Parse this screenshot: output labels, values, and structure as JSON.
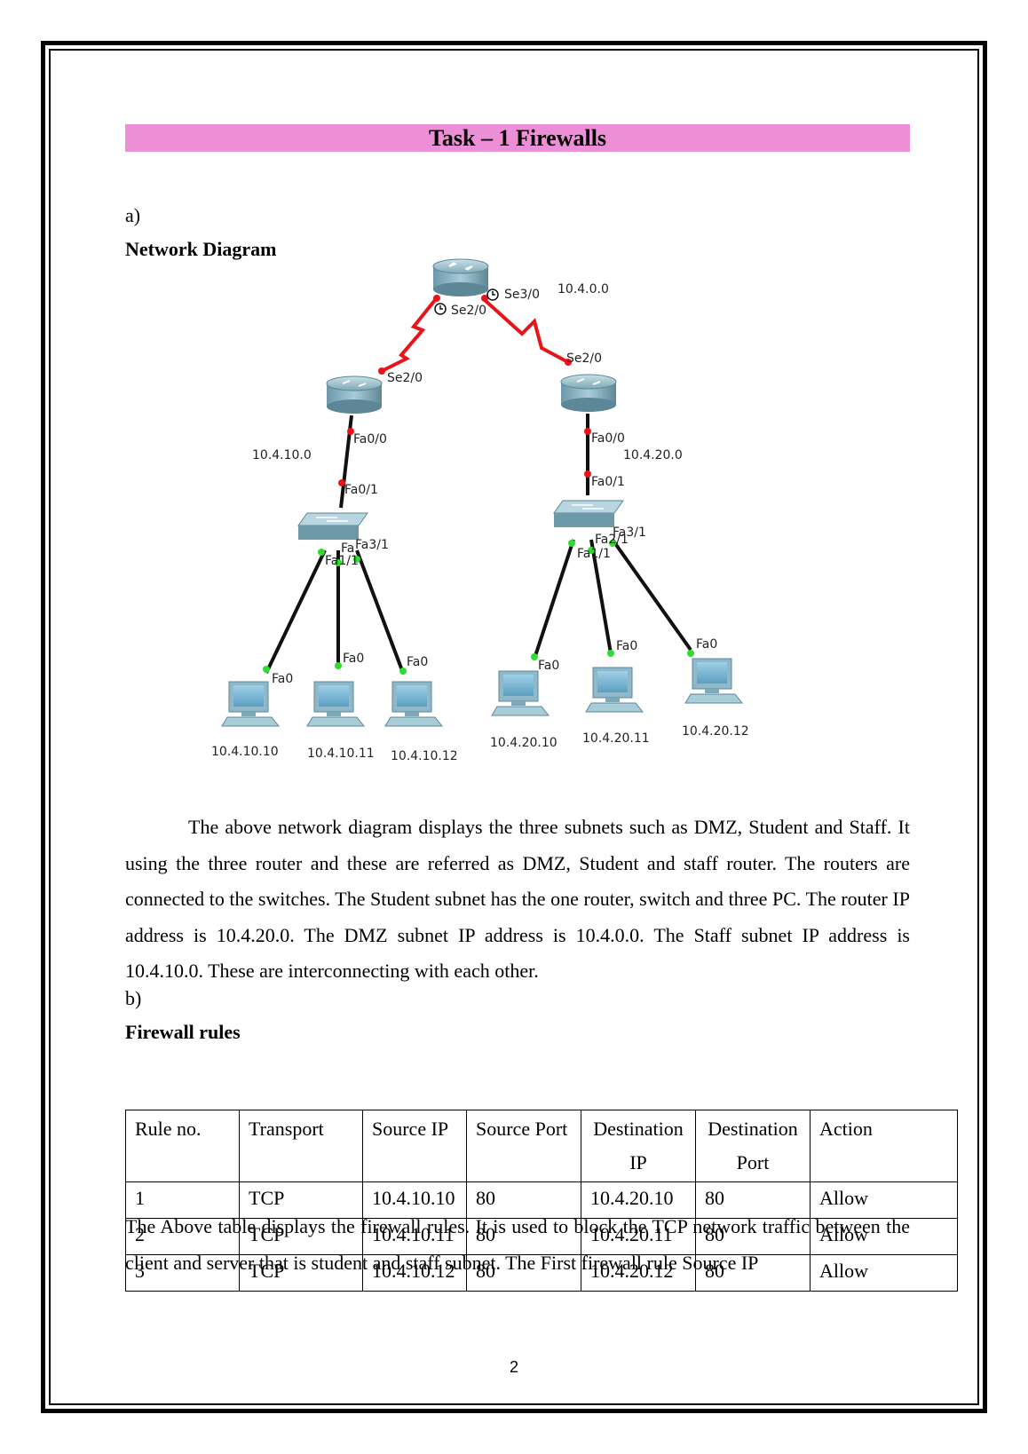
{
  "title": "Task – 1 Firewalls",
  "part_a": "a)",
  "diagram_heading": "Network Diagram",
  "diagram": {
    "subnet_dmz": "10.4.0.0",
    "subnet_staff": "10.4.10.0",
    "subnet_student": "10.4.20.0",
    "ports": {
      "top_se3": "Se3/0",
      "top_se2": "Se2/0",
      "left_se2": "Se2/0",
      "right_se2": "Se2/0",
      "left_fa00": "Fa0/0",
      "left_fa01": "Fa0/1",
      "right_fa00": "Fa0/0",
      "right_fa01": "Fa0/1",
      "left_fa31": "Fa3/1",
      "left_fa2": "Fa",
      "left_fa11": "Fa1/1",
      "right_fa31": "Fa3/1",
      "right_fa2": "Fa2/1",
      "right_fa11": "Fa1/1",
      "pc_fa0": "Fa0"
    },
    "pcs_left": [
      "10.4.10.10",
      "10.4.10.11",
      "10.4.10.12"
    ],
    "pcs_right": [
      "10.4.20.10",
      "10.4.20.11",
      "10.4.20.12"
    ]
  },
  "paragraph1": "The above network diagram displays the three subnets such as DMZ, Student and Staff. It using the three router and these are referred as DMZ, Student and staff router. The routers are connected to the switches. The Student subnet has the one router, switch and three PC. The router IP address is 10.4.20.0. The DMZ subnet IP address is 10.4.0.0. The Staff subnet IP address is 10.4.10.0. These are interconnecting with each other.",
  "part_b": "b)",
  "rules_heading": "Firewall rules",
  "table": {
    "headers": [
      "Rule no.",
      "Transport",
      "Source IP",
      "Source Port",
      "Destination IP",
      "Destination Port",
      "Action"
    ],
    "rows": [
      [
        "1",
        "TCP",
        "10.4.10.10",
        "80",
        "10.4.20.10",
        "80",
        "Allow"
      ],
      [
        "2",
        "TCP",
        "10.4.10.11",
        "80",
        "10.4.20.11",
        "80",
        "Allow"
      ],
      [
        "3",
        "TCP",
        "10.4.10.12",
        "80",
        "10.4.20.12",
        "80",
        "Allow"
      ]
    ]
  },
  "paragraph2": "The Above table displays the firewall rules. It is used to block the TCP network traffic between the client and server that is student and staff subnet. The First firewall rule Source IP",
  "page_number": "2"
}
